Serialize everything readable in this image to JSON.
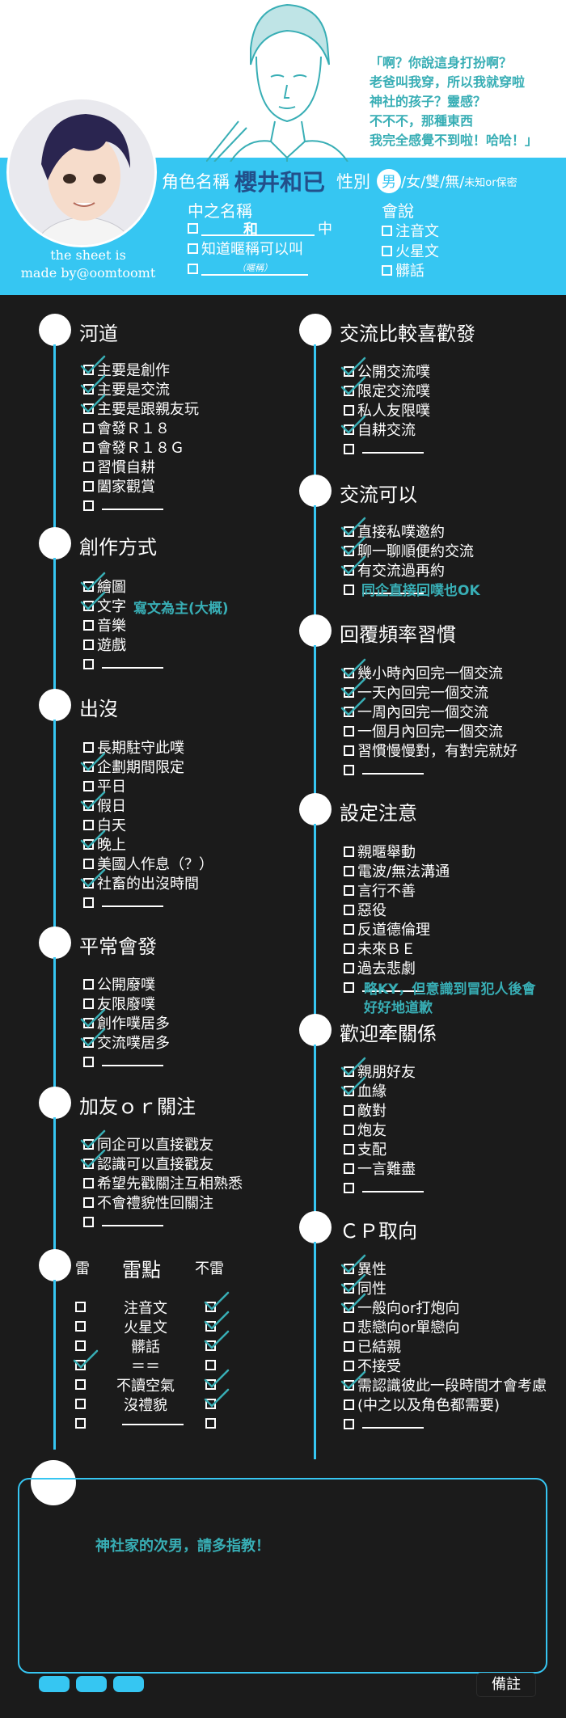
{
  "colors": {
    "accent": "#36c6f2",
    "dark": "#1b1b1b",
    "teal": "#38aeb5",
    "name": "#224f8a"
  },
  "quote": [
    "「啊？你說這身打扮啊？",
    "老爸叫我穿，所以我就穿啦",
    "神社的孩子？靈感？",
    "不不不，那種東西",
    "我完全感覺不到啦！哈哈！」"
  ],
  "credit": [
    "the sheet is",
    "made by@oomtoomt"
  ],
  "profile": {
    "name_label": "角色名稱",
    "name": "櫻井和已",
    "gender_label": "性別",
    "gender_selected": "男",
    "gender_rest": "/女/雙/無/",
    "gender_other": "未知or保密",
    "chinese_title": "中之名稱",
    "chinese_opt1_a": "和",
    "chinese_opt1_b": "中",
    "chinese_opt2": "知道暱稱可以叫",
    "chinese_opt3": "（暱稱）",
    "speak_title": "會說",
    "speak_opts": [
      "注音文",
      "火星文",
      "髒話"
    ]
  },
  "sections": {
    "hedao": {
      "title": "河道",
      "items": [
        "主要是創作",
        "主要是交流",
        "主要是跟親友玩",
        "會發Ｒ１８",
        "會發Ｒ１８Ｇ",
        "習慣自耕",
        "闔家觀賞"
      ]
    },
    "create": {
      "title": "創作方式",
      "items": [
        "繪圖",
        "文字",
        "音樂",
        "遊戲"
      ],
      "note": "寫文為主(大概)"
    },
    "appear": {
      "title": "出沒",
      "items": [
        "長期駐守此噗",
        "企劃期間限定",
        "平日",
        "假日",
        "白天",
        "晚上",
        "美國人作息（？）",
        "社畜的出沒時間"
      ]
    },
    "normal": {
      "title": "平常會發",
      "items": [
        "公開廢噗",
        "友限廢噗",
        "創作噗居多",
        "交流噗居多"
      ]
    },
    "friend": {
      "title": "加友ｏｒ關注",
      "items": [
        "同企可以直接戳友",
        "認識可以直接戳友",
        "希望先戳關注互相熟悉",
        "不會禮貌性回關注"
      ]
    },
    "thunder": {
      "title": "雷點",
      "col_left": "雷",
      "col_right": "不雷",
      "items": [
        "注音文",
        "火星文",
        "髒話",
        "＝＝",
        "不讀空氣",
        "沒禮貌"
      ]
    },
    "exchange": {
      "title": "交流比較喜歡發",
      "items": [
        "公開交流噗",
        "限定交流噗",
        "私人友限噗",
        "自耕交流"
      ]
    },
    "canex": {
      "title": "交流可以",
      "items": [
        "直接私噗邀約",
        "聊一聊順便約交流",
        "有交流過再約"
      ],
      "note": "同企直接回噗也OK"
    },
    "reply": {
      "title": "回覆頻率習慣",
      "items": [
        "幾小時內回完一個交流",
        "一天內回完一個交流",
        "一周內回完一個交流",
        "一個月內回完一個交流",
        "習慣慢慢對，有對完就好"
      ]
    },
    "setting": {
      "title": "設定注意",
      "items": [
        "親暱舉動",
        "電波/無法溝通",
        "言行不善",
        "惡役",
        "反道德倫理",
        "未來ＢＥ",
        "過去悲劇"
      ],
      "note1": "略KY，但意識到冒犯人後會",
      "note2": "好好地道歉"
    },
    "relation": {
      "title": "歡迎牽關係",
      "items": [
        "親朋好友",
        "血緣",
        "敵對",
        "炮友",
        "支配",
        "一言難盡"
      ]
    },
    "cp": {
      "title": "ＣＰ取向",
      "items": [
        "異性",
        "同性",
        "一般向or打炮向",
        "悲戀向or單戀向",
        "已結親",
        "不接受",
        "需認識彼此一段時間才會考慮",
        "(中之以及角色都需要)"
      ]
    }
  },
  "notes": {
    "text": "神社家的次男，請多指教！",
    "remark_label": "備註"
  }
}
